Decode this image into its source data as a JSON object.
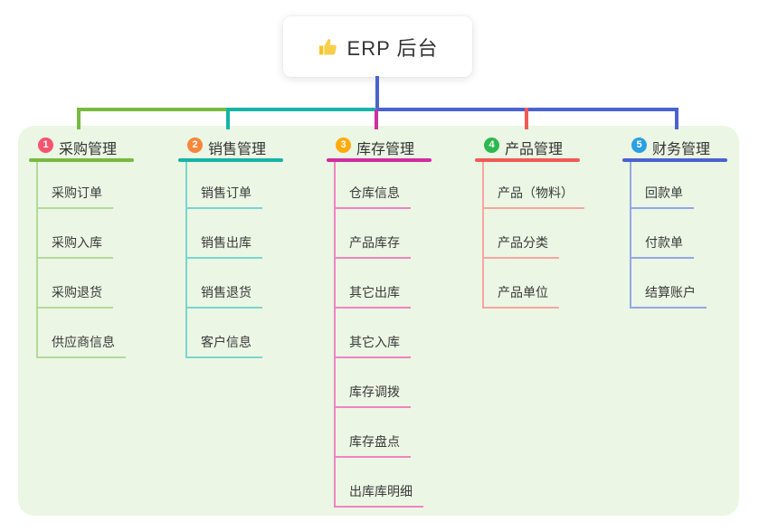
{
  "root": {
    "title": "ERP 后台",
    "icon": "thumbs-up-icon",
    "icon_color": "#f7c325"
  },
  "colors": {
    "panel_bg": "#ebf6e4",
    "text": "#333333",
    "root_link": "#4a63cf"
  },
  "branches": [
    {
      "badge": "1",
      "title": "采购管理",
      "badge_color": "#f4546e",
      "line_color": "#78ba40",
      "sub_line_color": "#b4da99",
      "children": [
        "采购订单",
        "采购入库",
        "采购退货",
        "供应商信息"
      ]
    },
    {
      "badge": "2",
      "title": "销售管理",
      "badge_color": "#f8863b",
      "line_color": "#17b3a8",
      "sub_line_color": "#79d6cf",
      "children": [
        "销售订单",
        "销售出库",
        "销售退货",
        "客户信息"
      ]
    },
    {
      "badge": "3",
      "title": "库存管理",
      "badge_color": "#ffab0e",
      "line_color": "#d02d9e",
      "sub_line_color": "#f084c2",
      "children": [
        "仓库信息",
        "产品库存",
        "其它出库",
        "其它入库",
        "库存调拨",
        "库存盘点",
        "出库库明细"
      ]
    },
    {
      "badge": "4",
      "title": "产品管理",
      "badge_color": "#2eb84f",
      "line_color": "#f25a55",
      "sub_line_color": "#f8a5a1",
      "children": [
        "产品（物料）",
        "产品分类",
        "产品单位"
      ]
    },
    {
      "badge": "5",
      "title": "财务管理",
      "badge_color": "#2aa0e0",
      "line_color": "#4a63cf",
      "sub_line_color": "#93a7e6",
      "children": [
        "回款单",
        "付款单",
        "结算账户"
      ]
    }
  ]
}
